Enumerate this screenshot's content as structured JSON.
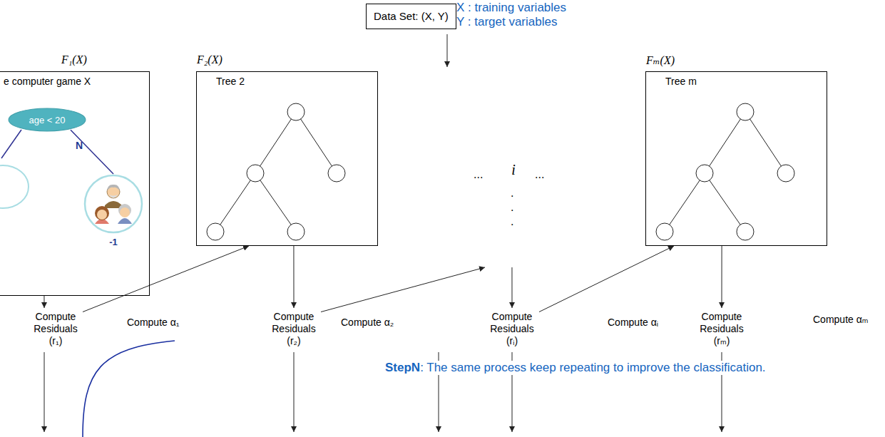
{
  "diagram": {
    "nodes": [
      {
        "text": [
          "Data Set: (X, Y)"
        ]
      },
      {
        "text": [
          "F₁(X)",
          "e computer game X"
        ]
      },
      {
        "text": [
          "age < 20"
        ],
        "in": 1
      },
      {
        "text": [
          "-1"
        ],
        "in": 1
      },
      {
        "text": [
          "F₂(X)",
          "Tree 2"
        ]
      },
      {
        "text": [
          "i"
        ]
      },
      {
        "text": [
          "Fₘ(X)",
          "Tree m"
        ]
      },
      {
        "text": [
          "Compute Residuals (r₁)"
        ]
      },
      {
        "text": [
          "Compute Residuals (r₂)"
        ]
      },
      {
        "text": [
          "Compute Residuals (rᵢ)"
        ]
      },
      {
        "text": [
          "Compute Residuals (rₘ)"
        ]
      }
    ],
    "edges": [
      {
        "from": 2,
        "to": 3,
        "label": "N",
        "arrow": "none"
      },
      {
        "from": 1,
        "to": 7,
        "arrow": "to"
      },
      {
        "from": 7,
        "to": 4,
        "label": "Compute α₁",
        "arrow": "to"
      },
      {
        "from": 4,
        "to": 8,
        "arrow": "to"
      },
      {
        "from": 8,
        "to": 5,
        "label": "Compute α₂",
        "arrow": "to"
      },
      {
        "from": 5,
        "to": 9,
        "arrow": "to"
      },
      {
        "from": 9,
        "to": 6,
        "label": "Compute αᵢ",
        "arrow": "to"
      },
      {
        "from": 6,
        "to": 10,
        "arrow": "to"
      }
    ],
    "labels": [
      "X : training variables",
      "Y : target variables",
      "...",
      "...",
      ".",
      ".",
      ".",
      "Compute αₘ",
      "StepN",
      ": The same process keep repeating to improve the classification."
    ]
  }
}
